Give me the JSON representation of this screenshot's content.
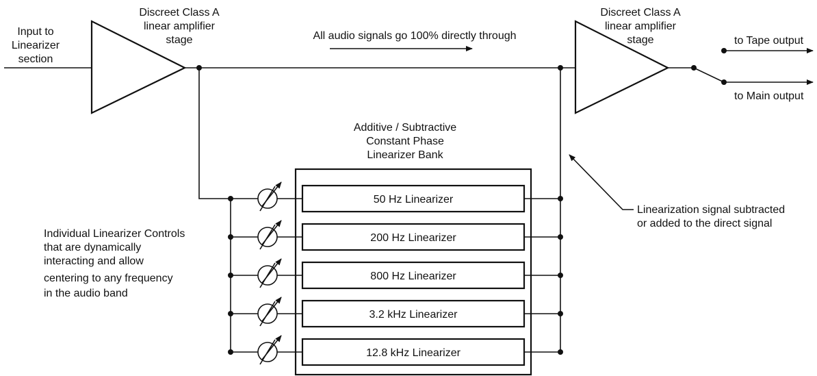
{
  "labels": {
    "input": [
      "Input to",
      "Linearizer",
      "section"
    ],
    "amp1": [
      "Discreet Class A",
      "linear amplifier",
      "stage"
    ],
    "amp2": [
      "Discreet Class A",
      "linear amplifier",
      "stage"
    ],
    "direct": "All audio signals go 100% directly through",
    "bank_title": [
      "Additive / Subtractive",
      "Constant Phase",
      "Linearizer Bank"
    ],
    "tape_output": "to Tape output",
    "main_output": "to Main output",
    "controls_note": [
      "Individual Linearizer Controls",
      "that are dynamically",
      "interacting and allow",
      "centering to any frequency",
      "in the audio band"
    ],
    "linearization_note": [
      "Linearization signal subtracted",
      "or added to the direct signal"
    ]
  },
  "linearizers": [
    "50 Hz Linearizer",
    "200 Hz Linearizer",
    "800 Hz Linearizer",
    "3.2 kHz Linearizer",
    "12.8 kHz Linearizer"
  ]
}
